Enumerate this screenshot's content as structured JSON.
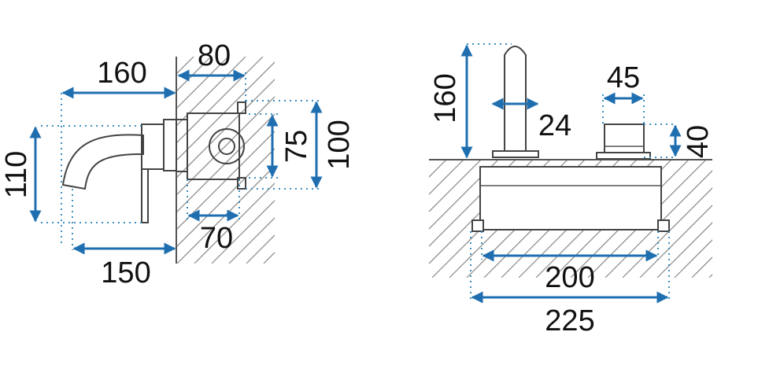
{
  "side_view": {
    "dims": {
      "d160": "160",
      "d80": "80",
      "d110": "110",
      "d75": "75",
      "d100": "100",
      "d70": "70",
      "d150": "150"
    }
  },
  "front_view": {
    "dims": {
      "d160": "160",
      "d24": "24",
      "d45": "45",
      "d40": "40",
      "d200": "200",
      "d225": "225"
    }
  },
  "colors": {
    "dimension_arrow": "#1f6fb0",
    "extension_dots": "#3d8fbf",
    "outline": "#444444"
  }
}
